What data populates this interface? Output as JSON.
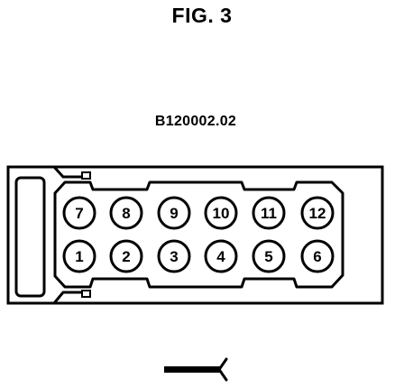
{
  "figure": {
    "title": "FIG. 3",
    "code": "B120002.02"
  },
  "connector": {
    "top_row": [
      "7",
      "8",
      "9",
      "10",
      "11",
      "12"
    ],
    "bottom_row": [
      "1",
      "2",
      "3",
      "4",
      "5",
      "6"
    ]
  },
  "colors": {
    "ink": "#000000",
    "paper": "#ffffff"
  },
  "icons": {
    "tool": "probe-tool-icon"
  }
}
